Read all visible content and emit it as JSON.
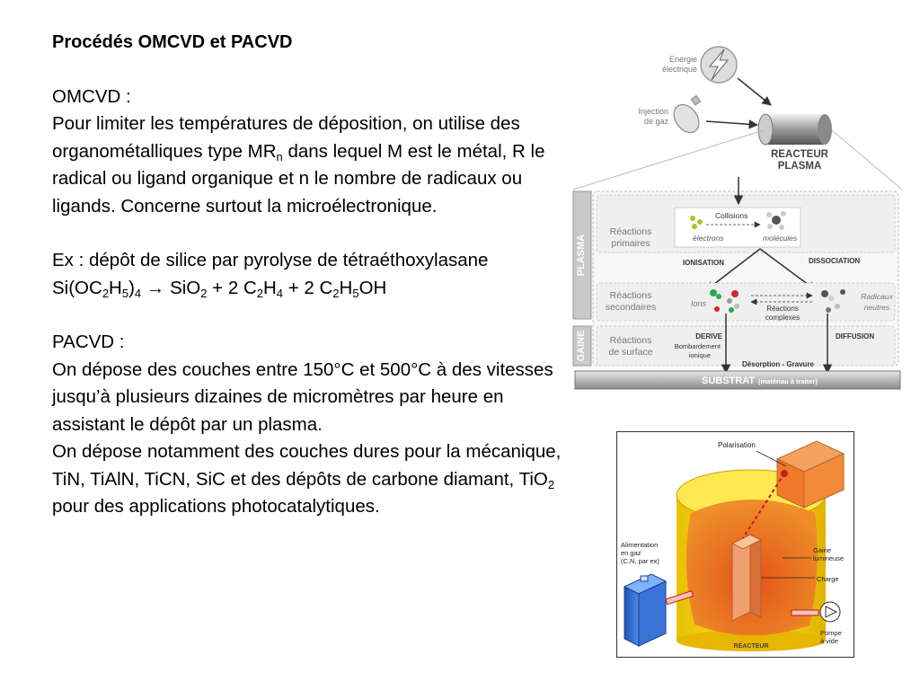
{
  "title": "Procédés OMCVD et PACVD",
  "omcvd": {
    "heading": "OMCVD :",
    "p1_a": "Pour limiter les températures de déposition, on utilise des organométalliques type MR",
    "p1_sub": "n",
    "p1_b": " dans lequel M est le métal, R le radical ou ligand organique et n le nombre de radicaux ou ligands. Concerne surtout la microélectronique.",
    "ex_label": "Ex : dépôt de silice par pyrolyse de tétraéthoxylasane",
    "eq": {
      "t1": "Si(OC",
      "s1": "2",
      "t2": "H",
      "s2": "5",
      "t3": ")",
      "s3": "4",
      "arrow": " → ",
      "t4": "SiO",
      "s4": "2",
      "t5": " + 2 C",
      "s5": "2",
      "t6": "H",
      "s6": "4",
      "t7": " + 2 C",
      "s7": "2",
      "t8": "H",
      "s8": "5",
      "t9": "OH"
    }
  },
  "pacvd": {
    "heading": "PACVD :",
    "p1": "On dépose des couches entre 150°C et 500°C à des vitesses jusqu’à plusieurs dizaines de micromètres par heure en assistant le dépôt par un plasma.",
    "p2_a": "On dépose notamment des couches dures pour la mécanique, TiN, TiAlN, TiCN, SiC et des dépôts de carbone diamant, TiO",
    "p2_sub": "2",
    "p2_b": " pour des applications photocatalytiques."
  },
  "figure1": {
    "energie_1": "Energie",
    "energie_2": "électrique",
    "injection_1": "Injection",
    "injection_2": "de gaz",
    "reacteur_1": "REACTEUR",
    "reacteur_2": "PLASMA",
    "plasma_side": "PLASMA",
    "gaine_side": "GAINE",
    "reac_prim_1": "Réactions",
    "reac_prim_2": "primaires",
    "collisions": "Collisions",
    "electrons": "électrons",
    "molecules": "molécules",
    "ionisation": "IONISATION",
    "dissociation": "DISSOCIATION",
    "reac_sec_1": "Réactions",
    "reac_sec_2": "secondaires",
    "ions": "Ions",
    "reac_complexes_1": "Réactions",
    "reac_complexes_2": "complexes",
    "radicaux_1": "Radicaux",
    "radicaux_2": "neutres",
    "reac_surf_1": "Réactions",
    "reac_surf_2": "de surface",
    "derive": "DERIVE",
    "bombard_1": "Bombardement",
    "bombard_2": "ionique",
    "diffusion": "DIFFUSION",
    "desorption": "Désorption - Gravure",
    "substrat": "SUBSTRAT",
    "substrat_sub": "(matériau à traiter)"
  },
  "figure2": {
    "polarisation": "Polarisation",
    "alim_1": "Alimentation",
    "alim_2": "en gaz",
    "alim_3": "(C,N, par ex)",
    "gaine_1": "Gaine",
    "gaine_2": "lumineuse",
    "charge": "Charge",
    "pompe_1": "Pompe",
    "pompe_2": "à vide",
    "reacteur": "RÉACTEUR"
  }
}
